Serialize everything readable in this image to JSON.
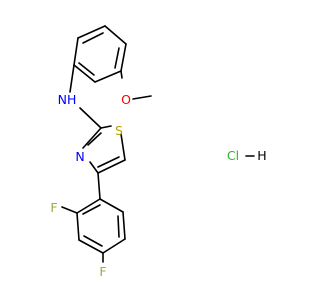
{
  "molecule": {
    "atoms": {
      "nh": "NH",
      "o": "O",
      "n": "N",
      "s": "S",
      "f1": "F",
      "f2": "F",
      "hcl": "Cl",
      "h": "H"
    },
    "colors": {
      "carbon_bond": "#000000",
      "nitrogen": "#0000ff",
      "oxygen": "#ff0000",
      "sulfur": "#b8a000",
      "fluorine": "#90b040",
      "chlorine": "#2fb52f"
    }
  }
}
